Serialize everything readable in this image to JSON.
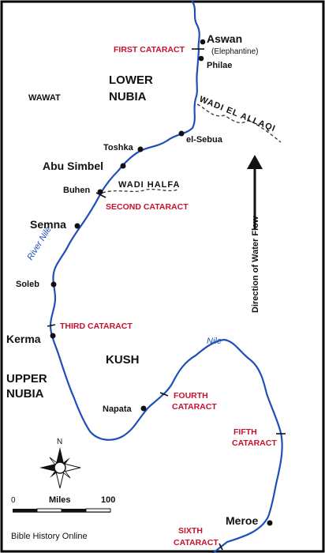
{
  "regions": {
    "lower_nubia": [
      "LOWER",
      "NUBIA"
    ],
    "upper_nubia": [
      "UPPER",
      "NUBIA"
    ],
    "wawat": "WAWAT",
    "kush": "KUSH"
  },
  "towns": {
    "aswan": "Aswan",
    "elephantine": "(Elephantine)",
    "philae": "Philae",
    "el_sebua": "el-Sebua",
    "toshka": "Toshka",
    "abu_simbel": "Abu Simbel",
    "buhen": "Buhen",
    "semna": "Semna",
    "soleb": "Soleb",
    "kerma": "Kerma",
    "napata": "Napata",
    "meroe": "Meroe"
  },
  "cataracts": {
    "first": "FIRST CATARACT",
    "second": "SECOND CATARACT",
    "third": "THIRD CATARACT",
    "fourth": [
      "FOURTH",
      "CATARACT"
    ],
    "fifth": [
      "FIFTH",
      "CATARACT"
    ],
    "sixth": [
      "SIXTH",
      "CATARACT"
    ]
  },
  "wadis": {
    "el_allaqi": "WADI EL ALLAQI",
    "halfa": "WADI HALFA"
  },
  "rivers": {
    "river_nile": "River Nile",
    "nile": "Nile"
  },
  "legend": {
    "flow_direction": "Direction of Water Flow",
    "compass_n": "N",
    "scale_start": "0",
    "scale_unit": "Miles",
    "scale_end": "100",
    "credit": "Bible History Online"
  },
  "colors": {
    "river": "#1f4fb8",
    "cataract_label": "#c8102e",
    "text": "#111111",
    "frame": "#000000"
  }
}
